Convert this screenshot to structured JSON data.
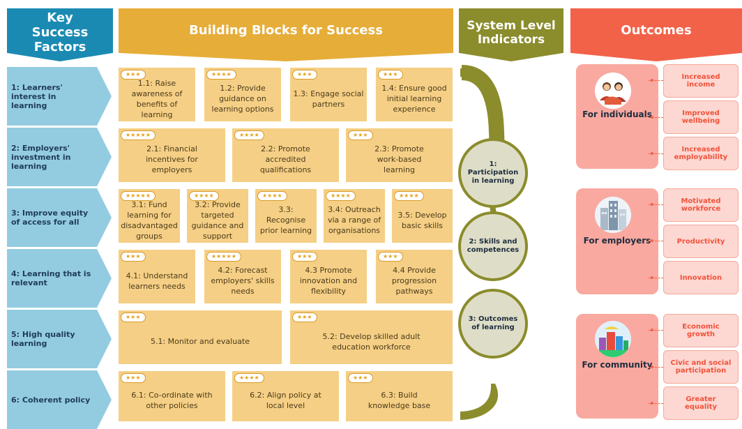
{
  "headers": {
    "key": "Key Success Factors",
    "building": "Building Blocks for Success",
    "system": "System Level Indicators",
    "outcomes": "Outcomes"
  },
  "factors": [
    {
      "label": "1: Learners' interest in learning"
    },
    {
      "label": "2: Employers' investment in learning"
    },
    {
      "label": "3: Improve equity of access for all"
    },
    {
      "label": "4: Learning that is relevant"
    },
    {
      "label": "5: High quality learning"
    },
    {
      "label": "6: Coherent policy"
    }
  ],
  "blocks": [
    {
      "stars": "★★★",
      "text": "1.1: Raise awareness of benefits of learning"
    },
    {
      "stars": "★★★★",
      "text": "1.2: Provide guidance on learning options"
    },
    {
      "stars": "★★★",
      "text": "1.3: Engage social partners"
    },
    {
      "stars": "★★★",
      "text": "1.4: Ensure good initial learning experience"
    },
    {
      "stars": "★★★★★",
      "text": "2.1: Financial incentives for employers"
    },
    {
      "stars": "★★★★",
      "text": "2.2: Promote accredited qualifications"
    },
    {
      "stars": "★★★",
      "text": "2.3: Promote work-based learning"
    },
    {
      "stars": "★★★★★",
      "text": "3.1: Fund learning for disadvantaged groups"
    },
    {
      "stars": "★★★★",
      "text": "3.2: Provide targeted guidance and support"
    },
    {
      "stars": "★★★★",
      "text": "3.3: Recognise prior learning"
    },
    {
      "stars": "★★★★",
      "text": "3.4: Outreach via a range of organisations"
    },
    {
      "stars": "★★★★",
      "text": "3.5: Develop basic skills"
    },
    {
      "stars": "★★★",
      "text": "4.1: Understand learners needs"
    },
    {
      "stars": "★★★★★",
      "text": "4.2: Forecast employers' skills needs"
    },
    {
      "stars": "★★★",
      "text": "4.3 Promote innovation and flexibility"
    },
    {
      "stars": "★★★",
      "text": "4.4 Provide progression pathways"
    },
    {
      "stars": "★★★",
      "text": "5.1: Monitor and evaluate"
    },
    {
      "stars": "★★★",
      "text": "5.2: Develop skilled adult education workforce"
    },
    {
      "stars": "★★★",
      "text": "6.1: Co-ordinate with other policies"
    },
    {
      "stars": "★★★★",
      "text": "6.2: Align policy at local level"
    },
    {
      "stars": "★★★",
      "text": "6.3: Build knowledge base"
    }
  ],
  "indicators": [
    {
      "label": "1: Participation in learning"
    },
    {
      "label": "2: Skills and competences"
    },
    {
      "label": "3: Outcomes of learning"
    }
  ],
  "outcomes": [
    {
      "group": "For individuals",
      "icon": "people-icon",
      "items": [
        "Increased income",
        "Improved wellbeing",
        "Increased employability"
      ]
    },
    {
      "group": "For employers",
      "icon": "buildings-icon",
      "items": [
        "Motivated workforce",
        "Productivity",
        "Innovation"
      ]
    },
    {
      "group": "For community",
      "icon": "town-icon",
      "items": [
        "Economic growth",
        "Civic and social participation",
        "Greater equality"
      ]
    }
  ],
  "colors": {
    "key": "#1a8ab3",
    "building": "#e6ad39",
    "system": "#8b8c2c",
    "outcomes": "#f26249"
  }
}
